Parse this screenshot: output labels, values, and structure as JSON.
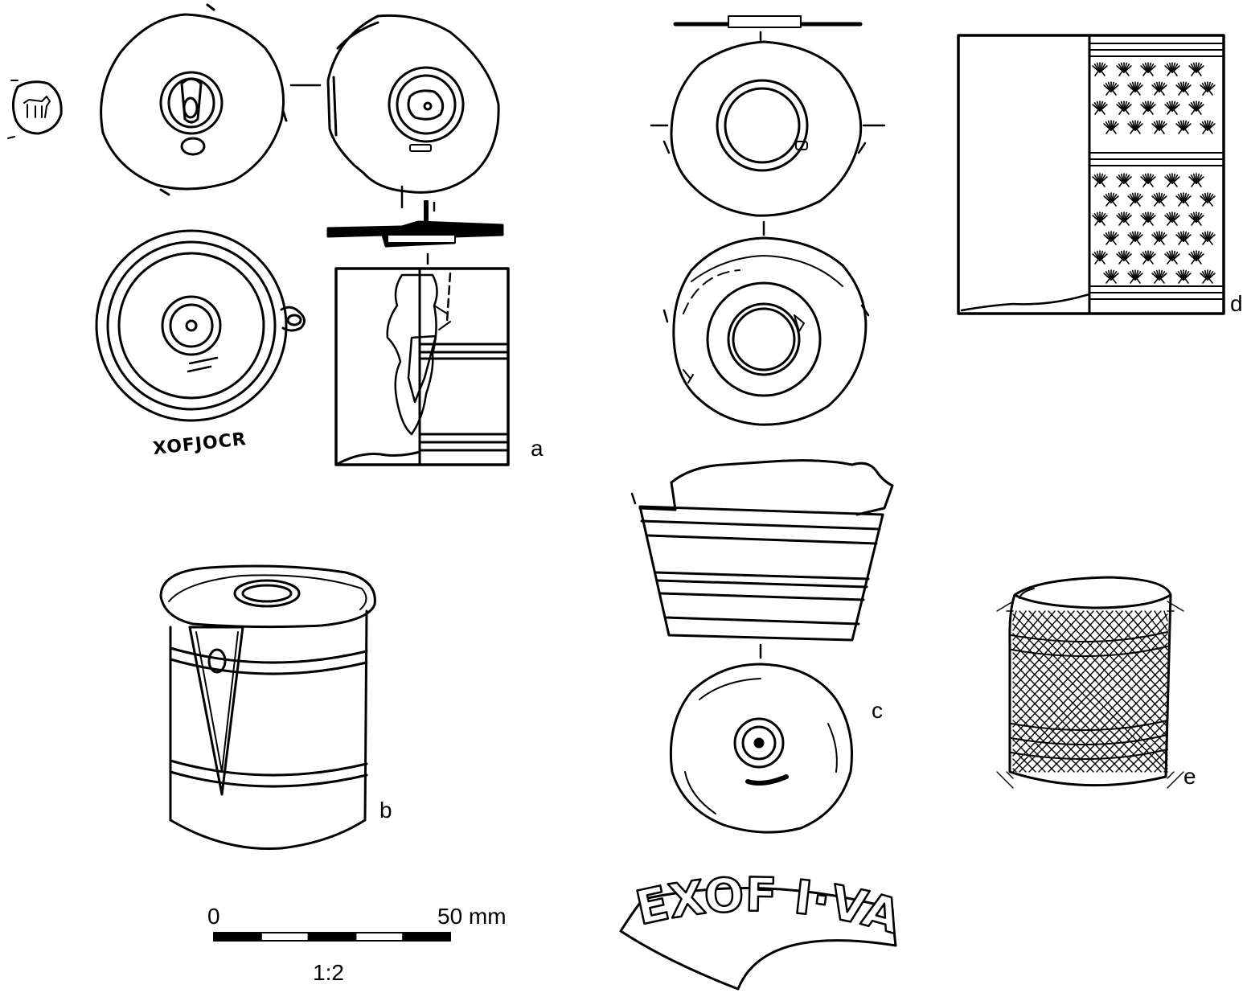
{
  "labels": {
    "a": "a",
    "b": "b",
    "c": "c",
    "d": "d",
    "e": "e"
  },
  "stamps": {
    "a": "XOFJOCR",
    "c": "EXOF I·VA"
  },
  "scale": {
    "start": "0",
    "end": "50 mm",
    "ratio": "1:2"
  },
  "colors": {
    "ink": "#000000",
    "paper": "#ffffff"
  }
}
